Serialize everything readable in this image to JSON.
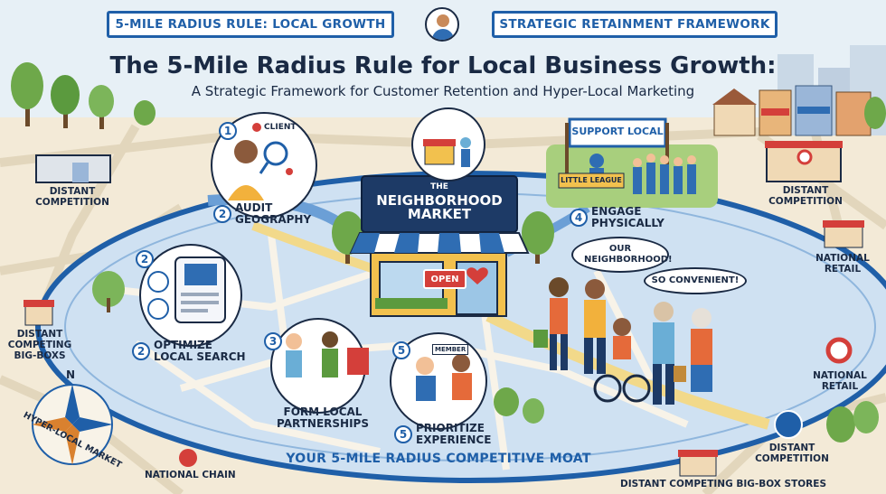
{
  "banners": {
    "left": "5-MILE RADIUS RULE: LOCAL GROWTH",
    "right": "STRATEGIC RETAINMENT FRAMEWORK"
  },
  "title": "The 5-Mile Radius Rule for Local Business Growth:",
  "subtitle": "A Strategic Framework for Customer Retention and Hyper-Local Marketing",
  "market": {
    "sign_line1": "THE",
    "sign_line2": "NEIGHBORHOOD",
    "sign_line3": "MARKET",
    "open_sign": "OPEN"
  },
  "steps": [
    {
      "num": "2",
      "label_line1": "AUDIT",
      "label_line2": "GEOGRAPHY",
      "badge": "1",
      "tag": "CLIENT"
    },
    {
      "num": "2",
      "label_line1": "OPTIMIZE",
      "label_line2": "LOCAL SEARCH",
      "badge": "2"
    },
    {
      "num": "3",
      "label_line1": "FORM LOCAL",
      "label_line2": "PARTNERSHIPS"
    },
    {
      "num": "5",
      "label_line1": "PRIORITIZE",
      "label_line2": "EXPERIENCE",
      "badge": "5",
      "tag": "MEMBER"
    },
    {
      "num": "4",
      "label_line1": "ENGAGE",
      "label_line2": "PHYSICALLY"
    }
  ],
  "event": {
    "support_sign": "SUPPORT LOCAL",
    "league_sign": "LITTLE LEAGUE"
  },
  "speech": {
    "one": "OUR NEIGHBORHOOD!",
    "two": "SO CONVENIENT!"
  },
  "moat_label": "YOUR 5-MILE RADIUS COMPETITIVE MOAT",
  "compass": {
    "north": "N",
    "caption": "HYPER-LOCAL MARKET"
  },
  "competitors": {
    "distant_left_top": "DISTANT COMPETITION",
    "distant_big_box_left": "DISTANT COMPETING BIG-BOXS",
    "national_chain": "NATIONAL CHAIN",
    "distant_right_top": "DISTANT COMPETITION",
    "national_retail_1": "NATIONAL RETAIL",
    "national_retail_2": "NATIONAL RETAIL",
    "distant_right_bottom": "DISTANT COMPETITION",
    "distant_big_box_bottom": "DISTANT COMPETING BIG-BOX STORES"
  },
  "colors": {
    "accent_blue": "#1f5fa8",
    "map_bg": "#f3ead7",
    "radius_fill": "#b8d4ee",
    "navy": "#1a2a44",
    "awning_red": "#d43f3a",
    "store_yellow": "#f2c14e"
  }
}
